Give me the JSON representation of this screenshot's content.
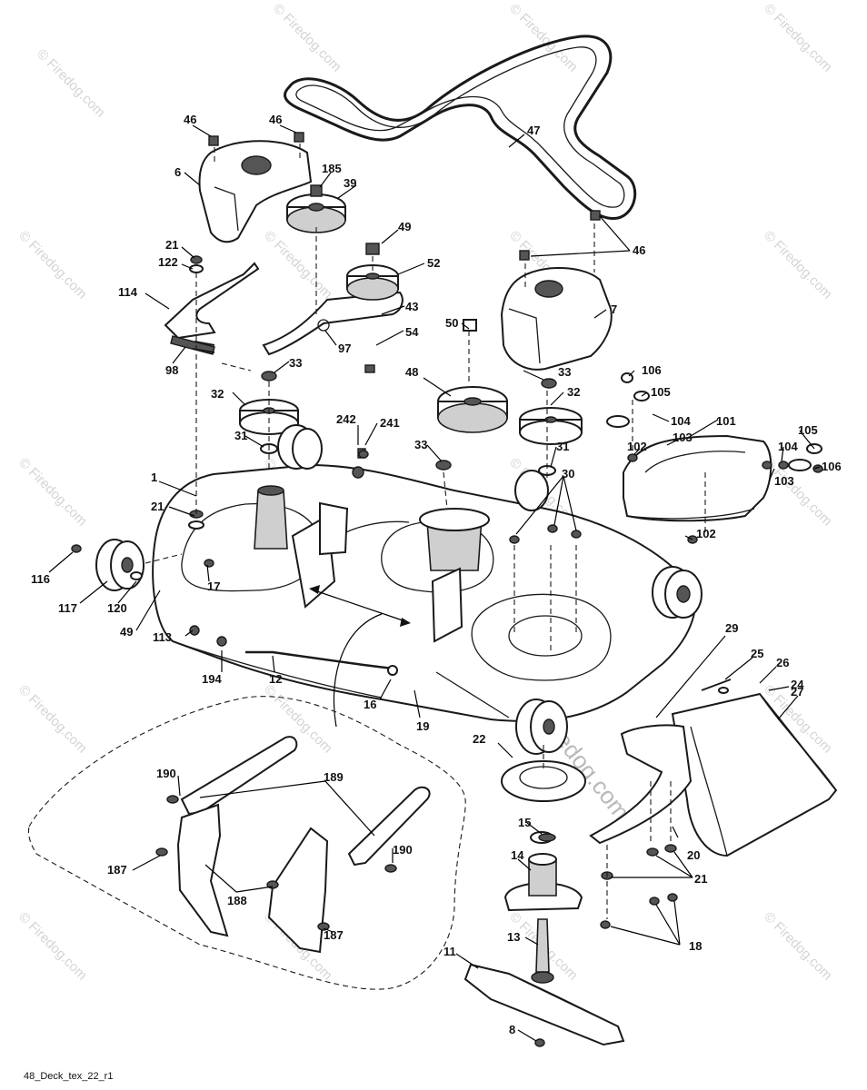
{
  "diagram": {
    "footer_code": "48_Deck_tex_22_r1",
    "watermark": "© Firedog.com",
    "callouts": [
      "46",
      "46",
      "47",
      "6",
      "185",
      "39",
      "49",
      "52",
      "46",
      "43",
      "21",
      "122",
      "114",
      "98",
      "97",
      "54",
      "50",
      "7",
      "33",
      "33",
      "48",
      "32",
      "32",
      "242",
      "241",
      "106",
      "105",
      "104",
      "101",
      "105",
      "31",
      "33",
      "102",
      "103",
      "104",
      "31",
      "1",
      "30",
      "103",
      "106",
      "21",
      "116",
      "117",
      "120",
      "17",
      "102",
      "49",
      "113",
      "194",
      "12",
      "16",
      "19",
      "29",
      "25",
      "26",
      "24",
      "27",
      "22",
      "190",
      "189",
      "187",
      "188",
      "187",
      "190",
      "15",
      "14",
      "21",
      "20",
      "13",
      "18",
      "11",
      "8"
    ]
  },
  "colors": {
    "ink": "#1a1a1a",
    "watermark": "#d4d4d4",
    "background": "#ffffff"
  }
}
